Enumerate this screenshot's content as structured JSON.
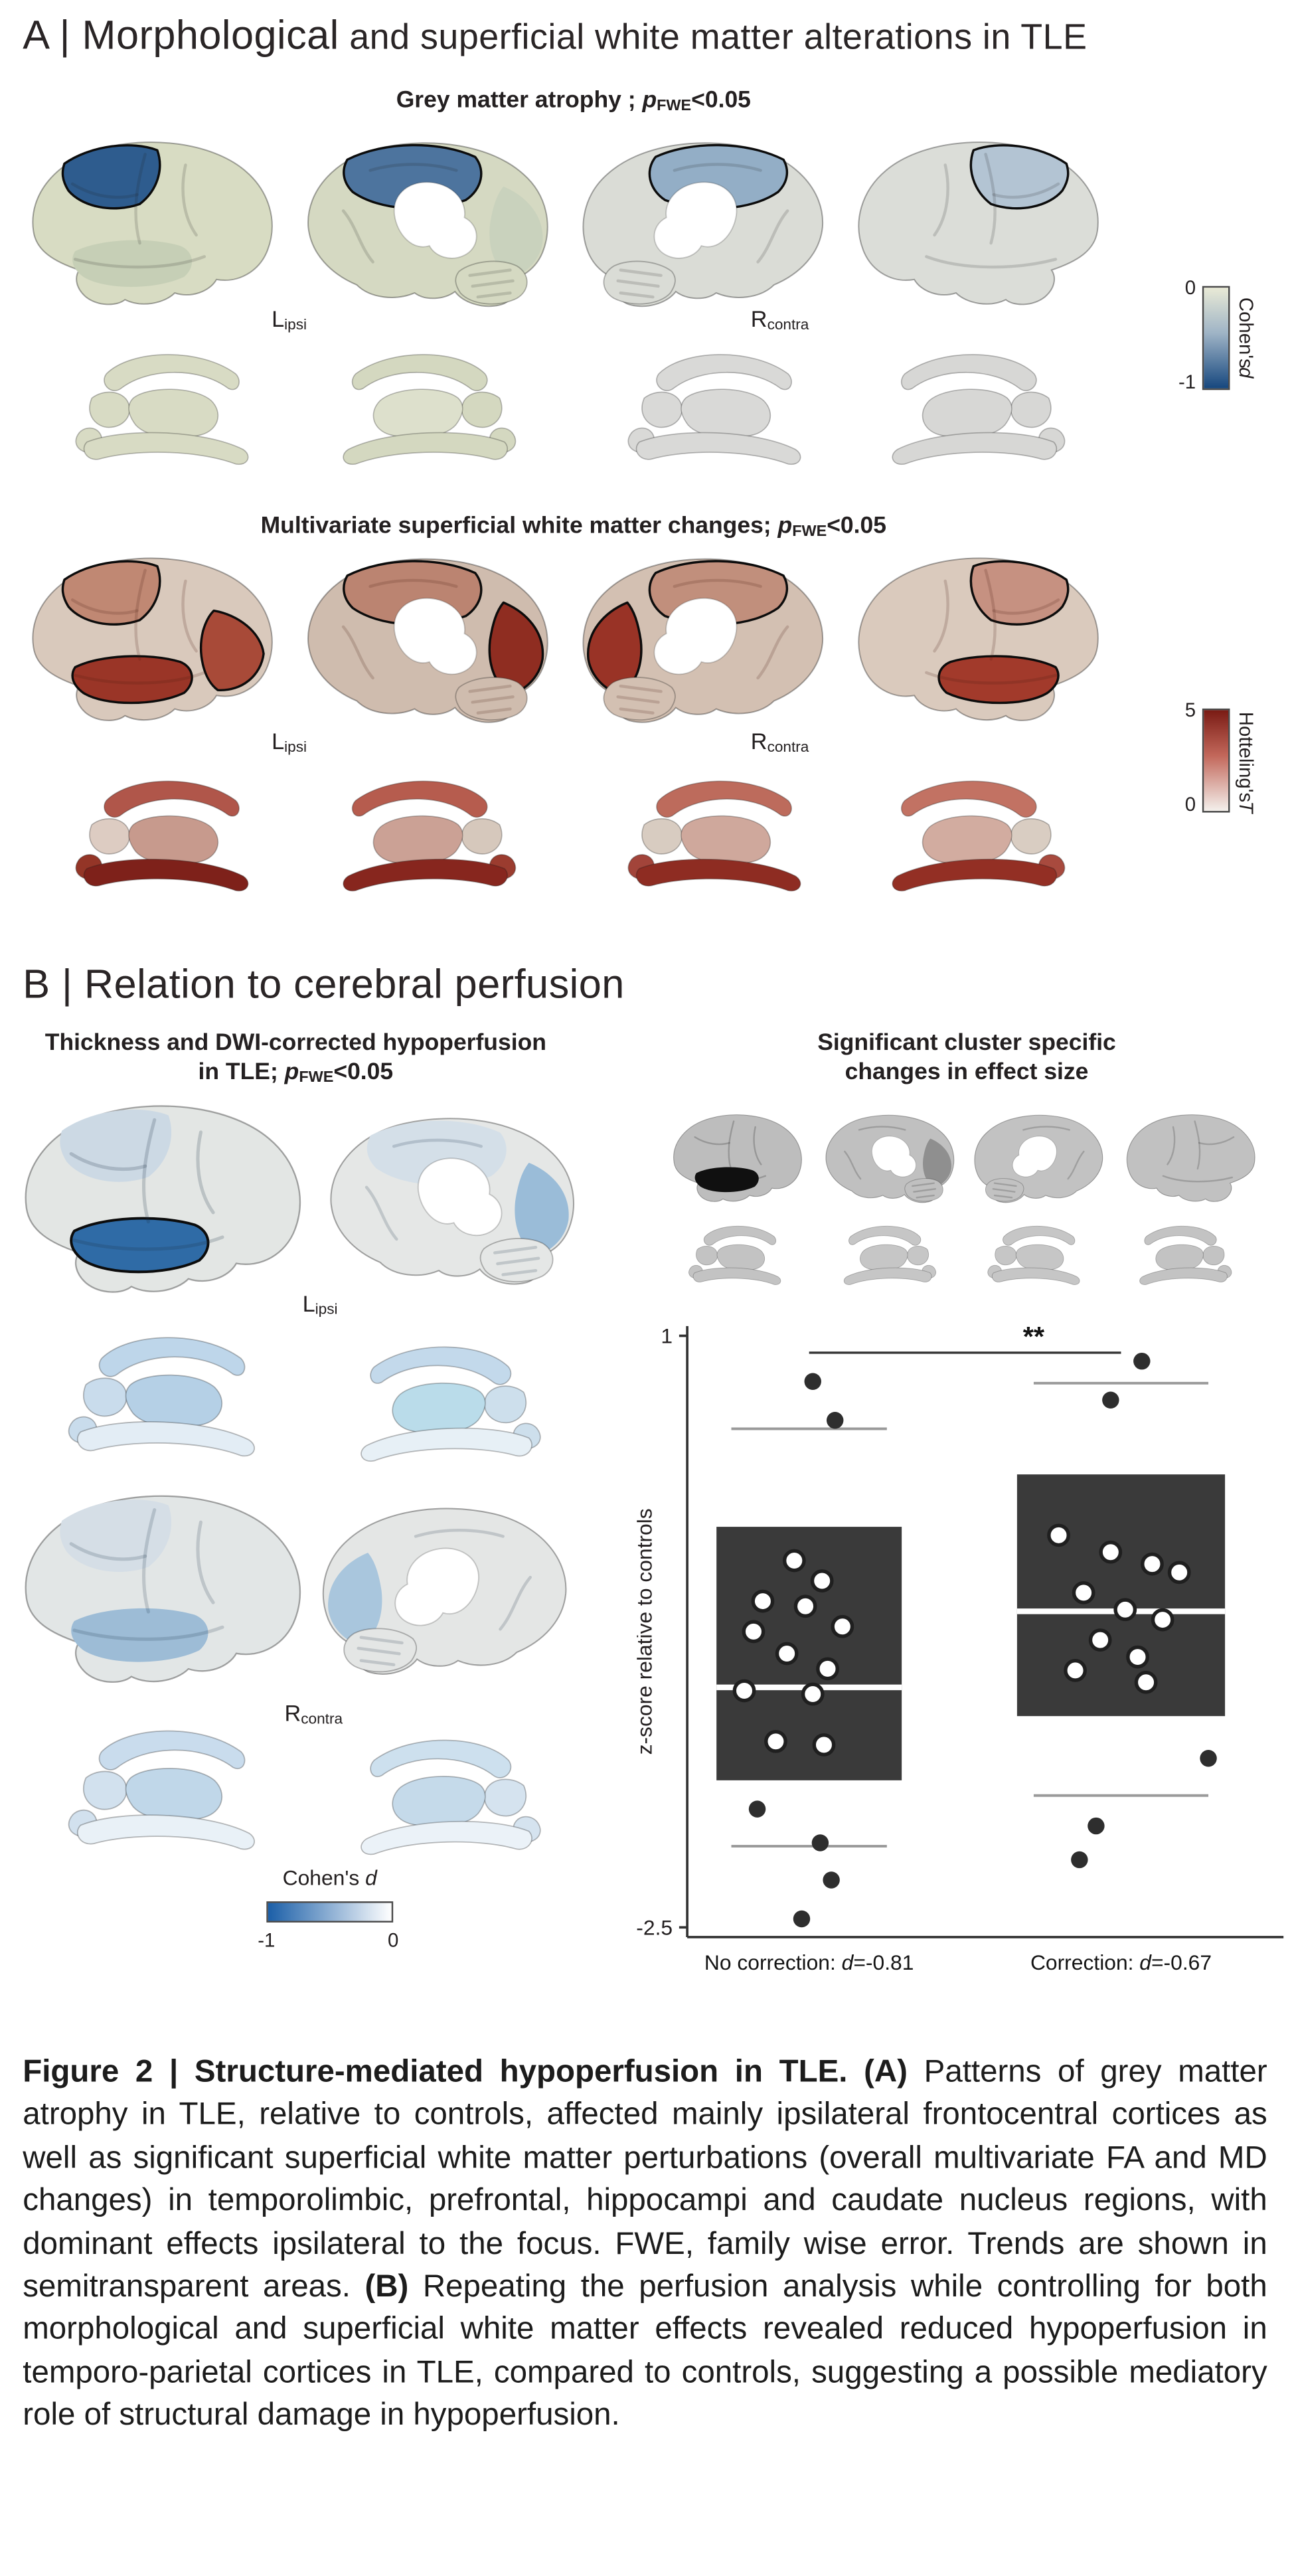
{
  "panel_a": {
    "heading_prefix": "A | ",
    "heading_emph": "Morphological",
    "heading_rest": " and superficial white matter alterations in TLE",
    "gm_title": "Grey matter atrophy ; ",
    "swm_title": "Multivariate superficial white matter changes; ",
    "gm_colorbar": {
      "tick_top": "0",
      "tick_bottom": "-1",
      "label": "Cohen's ",
      "label_stat": "d"
    },
    "swm_colorbar": {
      "tick_top": "5",
      "tick_bottom": "0",
      "label": "Hotteling's ",
      "label_stat": "T"
    }
  },
  "p_fwe": {
    "p": "p",
    "sub": "FWE",
    "tail": "<0.05"
  },
  "hemi": {
    "l": "L",
    "l_sub": "ipsi",
    "r": "R",
    "r_sub": "contra"
  },
  "panel_b": {
    "heading": "B | Relation to cerebral perfusion",
    "left_title_1": "Thickness and DWI-corrected hypoperfusion",
    "left_title_2": "in TLE; ",
    "right_title_1": "Significant cluster specific",
    "right_title_2": "changes in effect size",
    "perfusion_colorbar": {
      "label": "Cohen's ",
      "label_stat": "d",
      "tick_left": "-1",
      "tick_right": "0"
    }
  },
  "chart_data": {
    "type": "boxplot-scatter",
    "title": "Significant cluster specific changes in effect size",
    "ylabel": "z-score relative to controls",
    "ylim": [
      -2.5,
      1
    ],
    "yticks": [
      "1",
      "-2.5"
    ],
    "grid": false,
    "significance": "**",
    "sig_y": 0.9,
    "sig_x_frac": 0.72,
    "groups": [
      {
        "label": "No correction: d=-0.81",
        "label_pre": "No correction: ",
        "label_stat": "d",
        "label_val": "=-0.81",
        "box_top": -0.13,
        "median": -1.08,
        "box_bottom": -1.63,
        "whisker_top": 0.45,
        "whisker_bottom": -2.02,
        "open_points": [
          [
            -0.08,
            -0.33
          ],
          [
            0.07,
            -0.45
          ],
          [
            -0.25,
            -0.57
          ],
          [
            -0.02,
            -0.6
          ],
          [
            0.18,
            -0.72
          ],
          [
            -0.3,
            -0.75
          ],
          [
            -0.12,
            -0.88
          ],
          [
            0.1,
            -0.97
          ],
          [
            -0.35,
            -1.1
          ],
          [
            0.02,
            -1.12
          ],
          [
            -0.18,
            -1.4
          ],
          [
            0.08,
            -1.42
          ]
        ],
        "filled_points": [
          [
            0.02,
            0.73
          ],
          [
            0.14,
            0.5
          ],
          [
            -0.28,
            -1.8
          ],
          [
            0.06,
            -2.0
          ],
          [
            0.12,
            -2.22
          ],
          [
            -0.04,
            -2.45
          ]
        ]
      },
      {
        "label": "Correction: d=-0.67",
        "label_pre": "Correction: ",
        "label_stat": "d",
        "label_val": "=-0.67",
        "box_top": 0.18,
        "median": -0.63,
        "box_bottom": -1.25,
        "whisker_top": 0.72,
        "whisker_bottom": -1.72,
        "open_points": [
          [
            -0.3,
            -0.18
          ],
          [
            -0.05,
            -0.28
          ],
          [
            0.15,
            -0.35
          ],
          [
            0.28,
            -0.4
          ],
          [
            -0.18,
            -0.52
          ],
          [
            0.02,
            -0.62
          ],
          [
            0.2,
            -0.68
          ],
          [
            -0.1,
            -0.8
          ],
          [
            0.08,
            -0.9
          ],
          [
            -0.22,
            -0.98
          ],
          [
            0.12,
            -1.05
          ]
        ],
        "filled_points": [
          [
            0.1,
            0.85
          ],
          [
            -0.05,
            0.62
          ],
          [
            0.42,
            -1.5
          ],
          [
            -0.12,
            -1.9
          ],
          [
            -0.2,
            -2.1
          ]
        ]
      }
    ]
  },
  "caption": {
    "head_bold": "Figure 2 | Structure-mediated hypoperfusion in TLE. (A)",
    "body_a": " Patterns of grey matter atrophy in TLE, relative to controls, affected mainly ipsilateral frontocentral cortices as well as significant superficial white matter perturbations (overall multivariate FA and MD changes) in temporolimbic, prefrontal, hippocampi and caudate nucleus regions, with dominant effects ipsilateral to the focus. FWE, family wise error. Trends are shown in semitransparent areas. ",
    "b_bold": "(B)",
    "body_b": " Repeating the perfusion analysis while controlling for both morphological and superficial white matter effects revealed reduced hypoperfusion in temporo-parietal cortices in TLE, compared to controls, suggesting a possible mediatory role of structural damage in hypoperfusion."
  },
  "colors": {
    "atrophy_scale_top": "#e9ead6",
    "atrophy_scale_bottom": "#16477e",
    "hotelling_scale_top": "#7a1b14",
    "hotelling_scale_bottom": "#f4f0ec",
    "perfusion_scale_left": "#1b5fa8",
    "perfusion_scale_right": "#ffffff",
    "box_fill": "#3a3a3a",
    "cluster_outline": "#0c0c0c"
  }
}
